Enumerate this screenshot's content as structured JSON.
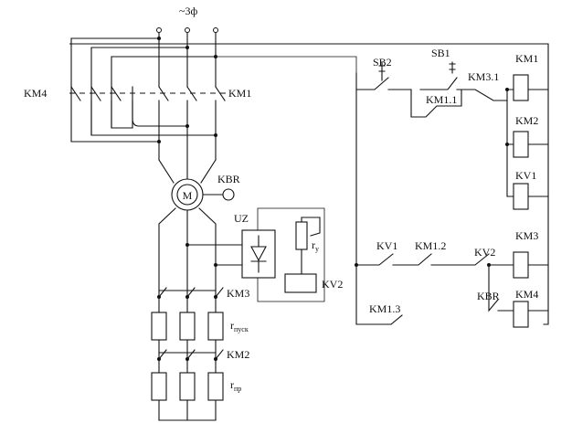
{
  "supply": "~3ф",
  "motor": "M",
  "labels": {
    "km4_main": "KM4",
    "km1_main": "KM1",
    "kbr_sensor": "KBR",
    "uz": "UZ",
    "ry": "r",
    "ry_sub": "y",
    "kv2_coil": "KV2",
    "km3_contacts": "KM3",
    "km2_contacts": "KM2",
    "r_start": "r",
    "r_start_sub": "пуск",
    "r_pr": "r",
    "r_pr_sub": "пр",
    "sb2": "SB2",
    "sb1": "SB1",
    "km1_1": "KM1.1",
    "km3_1": "KM3.1",
    "coil_km1": "KM1",
    "coil_km2": "KM2",
    "coil_kv1": "KV1",
    "kv1_contact": "KV1",
    "km1_2": "KM1.2",
    "kv2_contact": "KV2",
    "coil_km3": "KM3",
    "kbr_contact": "KBR",
    "coil_km4": "KM4",
    "km1_3": "KM1.3"
  }
}
